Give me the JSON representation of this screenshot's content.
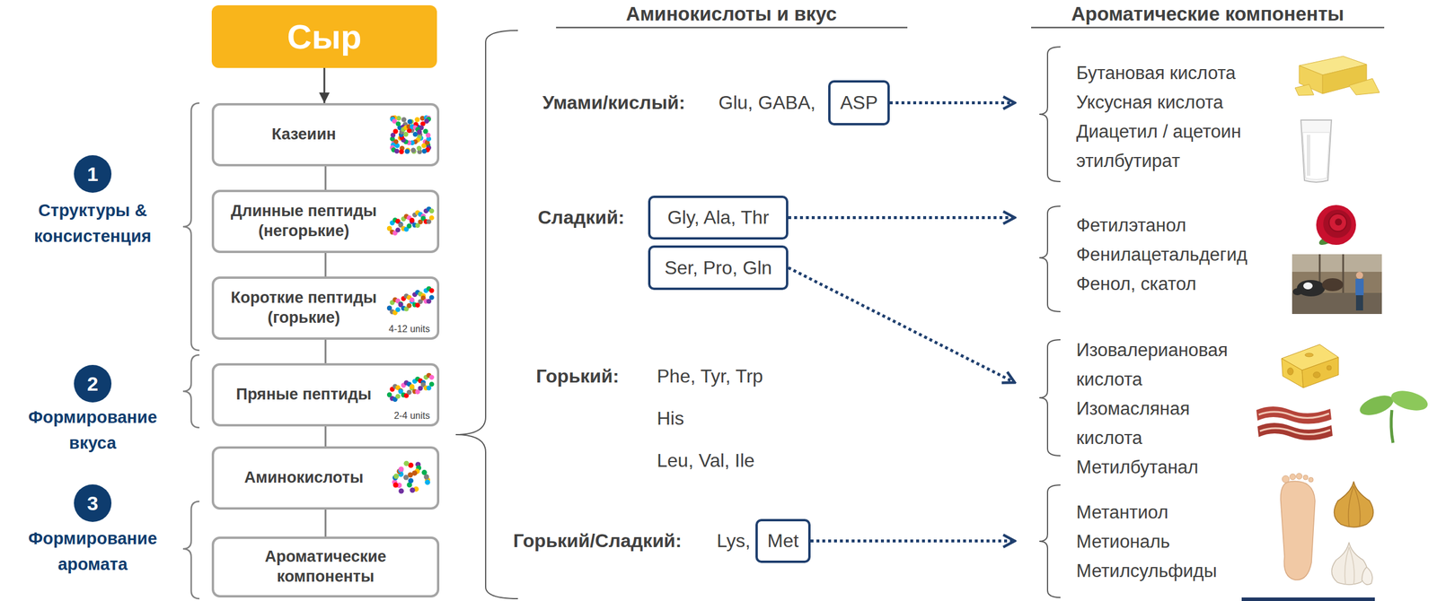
{
  "diagram": {
    "nodes": [
      {
        "text": [
          "Сыр"
        ]
      },
      {
        "text": [
          "Казеиин"
        ]
      },
      {
        "text": [
          "Длинные пептиды (негорькие)"
        ]
      },
      {
        "text": [
          "Короткие пептиды (горькие)",
          "4-12 units"
        ]
      },
      {
        "text": [
          "Пряные пептиды",
          "2-4 units"
        ]
      },
      {
        "text": [
          "Аминокислоты"
        ]
      },
      {
        "text": [
          "Ароматические компоненты"
        ]
      },
      {
        "text": [
          "ASP"
        ]
      },
      {
        "text": [
          "Gly, Ala, Thr"
        ]
      },
      {
        "text": [
          "Ser, Pro, Gln"
        ]
      },
      {
        "text": [
          "Met"
        ]
      },
      {
        "text": [
          "Бутановая кислота",
          "Уксусная кислота",
          "Диацетил / ацетоин",
          "этилбутират"
        ]
      },
      {
        "text": [
          "Фетилэтанол",
          "Фенилацетальдегид",
          "Фенол, скатол"
        ]
      },
      {
        "text": [
          "Изовалериановая кислота",
          "Изомасляная кислота",
          "Метилбутанал"
        ]
      },
      {
        "text": [
          "Метантиол",
          "Метиональ",
          "Метилсульфиды"
        ]
      }
    ],
    "edges": [
      {
        "from": 0,
        "to": 1,
        "arrow": "to"
      },
      {
        "from": 1,
        "to": 2,
        "arrow": "none"
      },
      {
        "from": 2,
        "to": 3,
        "arrow": "none"
      },
      {
        "from": 3,
        "to": 4,
        "arrow": "none"
      },
      {
        "from": 4,
        "to": 5,
        "arrow": "none"
      },
      {
        "from": 5,
        "to": 6,
        "arrow": "none"
      },
      {
        "from": 7,
        "to": 11,
        "arrow": "to"
      },
      {
        "from": 8,
        "to": 12,
        "arrow": "to"
      },
      {
        "from": 9,
        "to": 13,
        "arrow": "to"
      },
      {
        "from": 10,
        "to": 14,
        "arrow": "to"
      }
    ],
    "labels": [
      "Аминокислоты и вкус",
      "Ароматические компоненты",
      "1",
      "Структуры & консистенция",
      "2",
      "Формирование вкуса",
      "3",
      "Формирование аромата",
      "Умами/кислый:",
      "Glu, GABA,",
      "Сладкий:",
      "Горький:",
      "Phe, Tyr, Trp",
      "His",
      "Leu, Val, Ile",
      "Горький/Сладкий:",
      "Lys,"
    ]
  }
}
